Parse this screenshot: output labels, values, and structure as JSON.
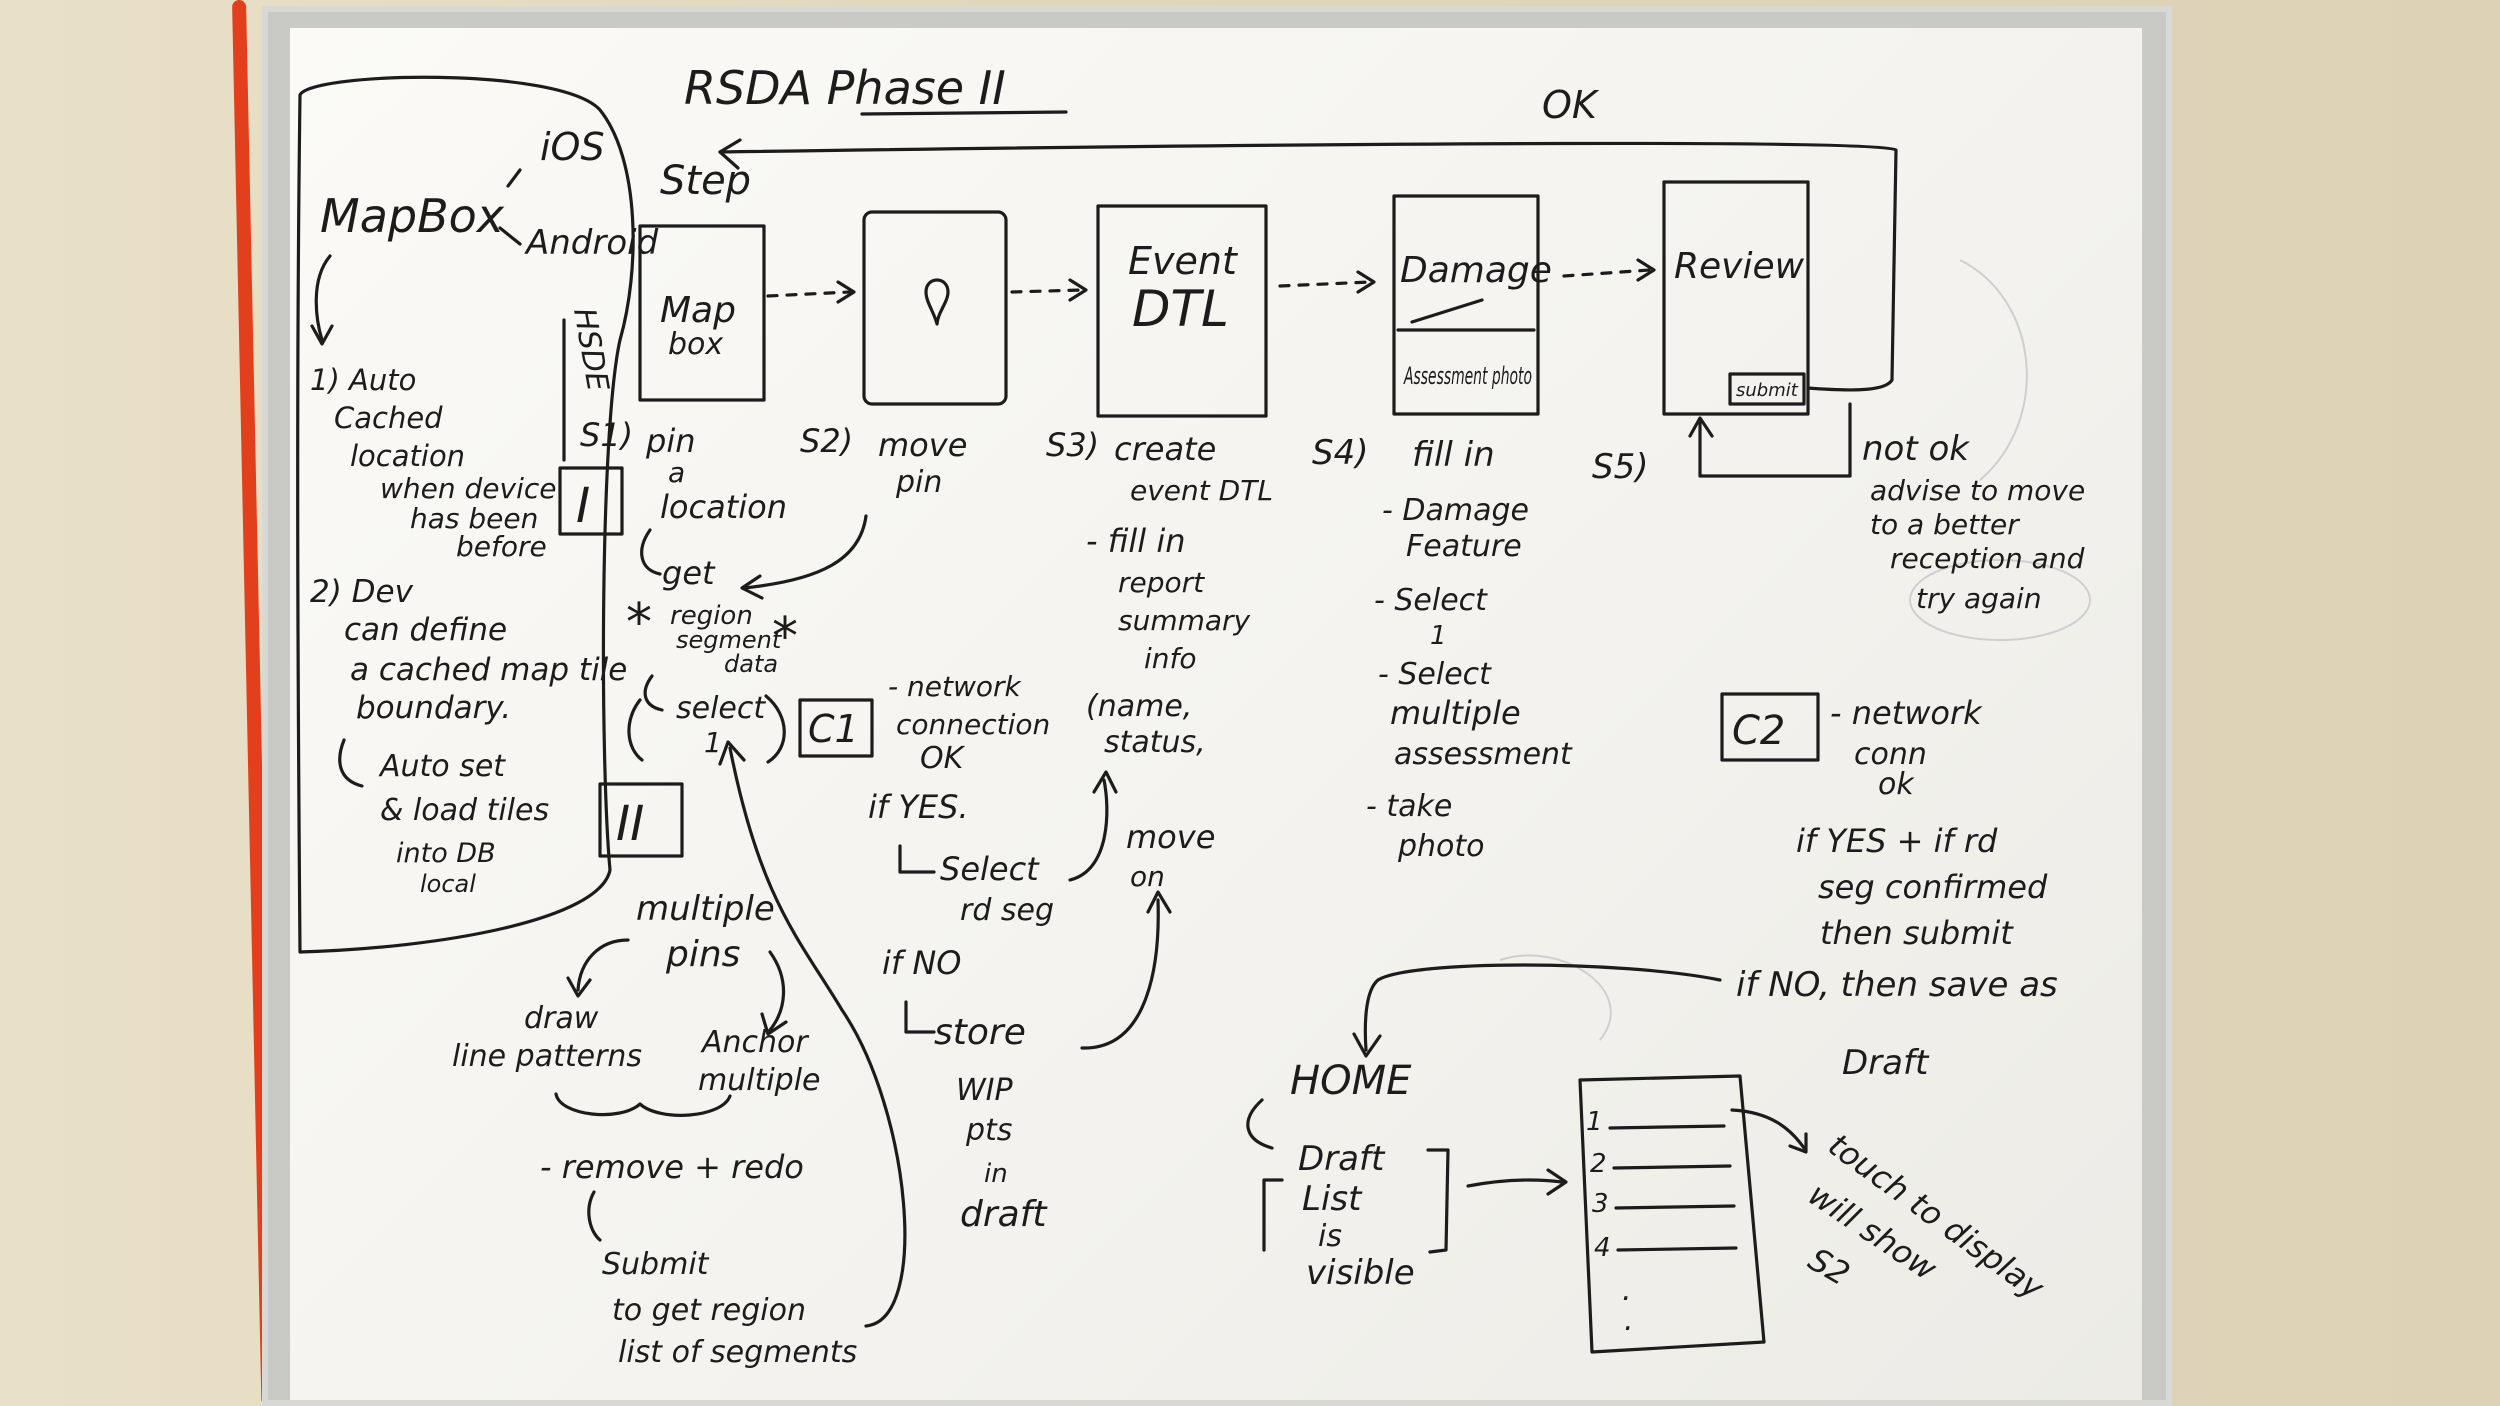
{
  "title": "RSDA Phase II",
  "ok_label": "OK",
  "step_label": "Step",
  "left": {
    "mapbox": "MapBox",
    "ios": "iOS",
    "android": "Android",
    "lines": [
      "1) Auto",
      "Cached",
      "location",
      "when device",
      "has been",
      "before",
      "2) Dev",
      "can define",
      "a cached map tile",
      "boundary.",
      "Auto set",
      "& load tiles",
      "into DB",
      "local"
    ],
    "roman1": "I",
    "roman2": "II",
    "side_note": "HSDE"
  },
  "screens": [
    {
      "line1": "Map",
      "line2": "box"
    },
    {
      "line1": "",
      "line2": ""
    },
    {
      "line1": "Event",
      "line2": "DTL"
    },
    {
      "line1": "Damage",
      "line2": "Assessment photo"
    },
    {
      "line1": "Review",
      "line2": "submit"
    }
  ],
  "s1": {
    "label": "S1)",
    "lines": [
      "pin",
      "a",
      "location",
      "get",
      "region",
      "segment",
      "data",
      "select",
      "1"
    ],
    "star": "*",
    "c1": "C1",
    "net": [
      "- network",
      "connection",
      "OK"
    ],
    "yes": "if YES.",
    "select_rd": [
      "Select",
      "rd seg"
    ],
    "no": "if NO",
    "store": "store",
    "wip": [
      "WIP",
      "pts",
      "in",
      "draft"
    ],
    "multi": [
      "multiple",
      "pins"
    ],
    "draw": [
      "draw",
      "line patterns"
    ],
    "anchor": [
      "Anchor",
      "multiple"
    ],
    "remove": "- remove + redo",
    "submit": [
      "Submit",
      "to get region",
      "list of segments"
    ]
  },
  "s2": {
    "label": "S2)",
    "lines": [
      "move",
      "pin"
    ]
  },
  "s3": {
    "label": "S3)",
    "lines": [
      "create",
      "event DTL",
      "- fill in",
      "report",
      "summary",
      "info",
      "(name,",
      "status,"
    ],
    "move": [
      "move",
      "on"
    ]
  },
  "s4": {
    "label": "S4)",
    "lines": [
      "fill in",
      "- Damage",
      "Feature",
      "- Select",
      "1",
      "- Select",
      "multiple",
      "assessment",
      "- take",
      "photo"
    ]
  },
  "s5": {
    "label": "S5)",
    "not_ok": "not ok",
    "advise": [
      "advise to move",
      "to a better",
      "reception and",
      "try again"
    ],
    "c2": "C2",
    "net": [
      "- network",
      "conn",
      "ok"
    ],
    "yes": [
      "if YES + if rd",
      "seg confirmed",
      "then submit"
    ],
    "no": [
      "if NO, then save as",
      "Draft"
    ]
  },
  "home": {
    "label": "HOME",
    "lines": [
      "Draft",
      "List",
      "is",
      "visible"
    ],
    "list_nums": [
      "1",
      "2",
      "3",
      "4",
      ".",
      "."
    ],
    "touch": [
      "touch to display",
      "will show",
      "S2"
    ]
  }
}
